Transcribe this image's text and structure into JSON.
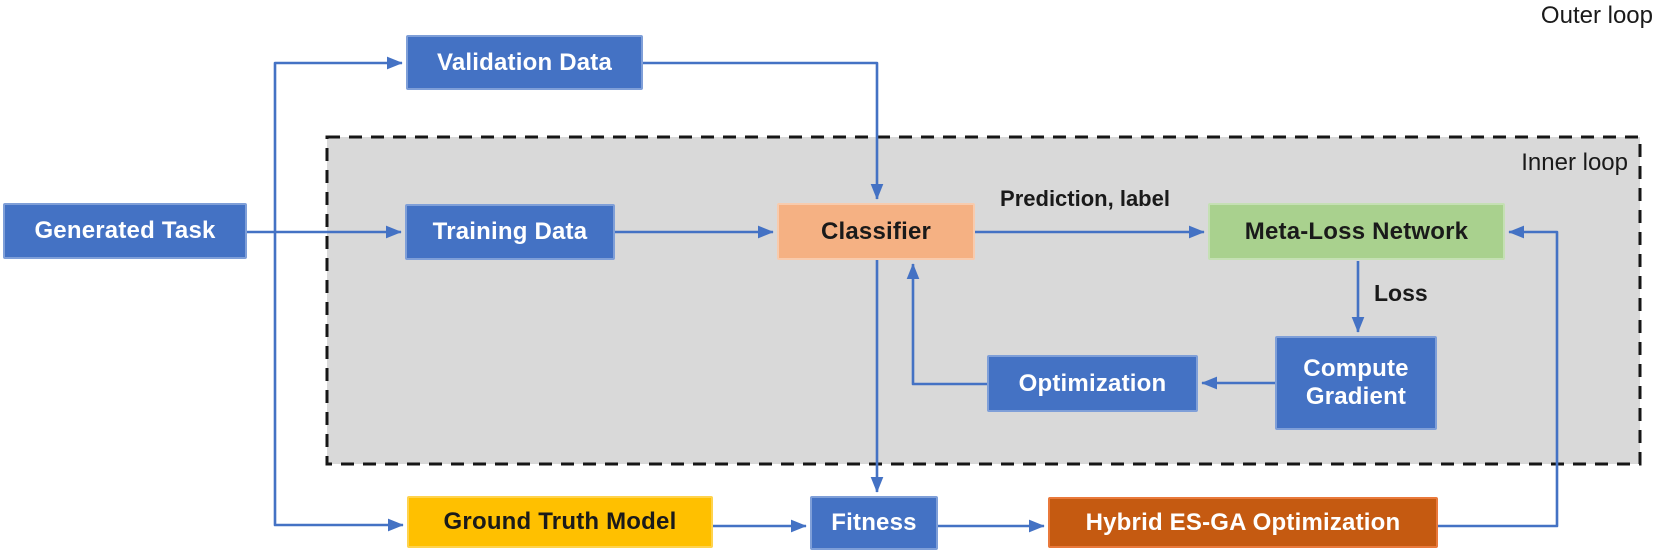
{
  "diagram": {
    "title_labels": {
      "outer_loop": "Outer loop",
      "inner_loop": "Inner loop"
    },
    "nodes": {
      "generated_task": "Generated Task",
      "validation_data": "Validation Data",
      "training_data": "Training Data",
      "classifier": "Classifier",
      "meta_loss_network": "Meta-Loss Network",
      "optimization": "Optimization",
      "compute_gradient": "Compute Gradient",
      "ground_truth_model": "Ground Truth Model",
      "fitness": "Fitness",
      "hybrid_es_ga": "Hybrid ES-GA Optimization"
    },
    "edge_labels": {
      "prediction_label": "Prediction, label",
      "loss": "Loss"
    },
    "colors": {
      "node_blue": "#4472C4",
      "classifier_orange": "#F5B183",
      "meta_loss_green": "#A9D18E",
      "ground_truth_yellow": "#FFC000",
      "hybrid_dark_orange": "#C55A11",
      "inner_loop_gray": "#D9D9D9",
      "arrow_blue": "#4472C4",
      "text_dark": "#1a1a1a",
      "text_light": "#FFFFFF"
    }
  }
}
